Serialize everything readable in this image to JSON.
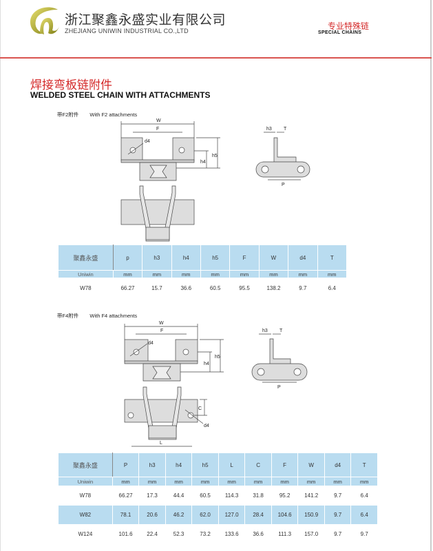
{
  "header": {
    "company_cn": "浙江聚鑫永盛实业有限公司",
    "company_en": "ZHEJIANG UNIWIN INDUSTRIAL CO.,LTD",
    "category_cn": "专业特殊链",
    "category_en": "SPECIAL CHAINS",
    "accent_color": "#d42828"
  },
  "title": {
    "cn": "焊接弯板链附件",
    "en": "WELDED STEEL CHAIN WITH ATTACHMENTS"
  },
  "section1": {
    "caption_cn": "带F2附件",
    "caption_en": "With F2 attachments",
    "labels": {
      "W": "W",
      "F": "F",
      "d4": "d4",
      "h4": "h4",
      "h5": "h5",
      "h3": "h3",
      "T": "T",
      "P": "P"
    },
    "table": {
      "brand_cn": "聚鑫永盛",
      "brand_en": "Uniwin",
      "columns": [
        "p",
        "h3",
        "h4",
        "h5",
        "F",
        "W",
        "d4",
        "T"
      ],
      "units": [
        "mm",
        "mm",
        "mm",
        "mm",
        "mm",
        "mm",
        "mm",
        "mm"
      ],
      "rows": [
        {
          "model": "W78",
          "values": [
            "66.27",
            "15.7",
            "36.6",
            "60.5",
            "95.5",
            "138.2",
            "9.7",
            "6.4"
          ]
        }
      ]
    }
  },
  "section2": {
    "caption_cn": "带F4附件",
    "caption_en": "With F4 attachments",
    "labels": {
      "W": "W",
      "F": "F",
      "d4": "d4",
      "h4": "h4",
      "h5": "h5",
      "h3": "h3",
      "T": "T",
      "P": "P",
      "C": "C",
      "L": "L"
    },
    "table": {
      "brand_cn": "聚鑫永盛",
      "brand_en": "Uniwin",
      "columns": [
        "P",
        "h3",
        "h4",
        "h5",
        "L",
        "C",
        "F",
        "W",
        "d4",
        "T"
      ],
      "units": [
        "mm",
        "mm",
        "mm",
        "mm",
        "mm",
        "mm",
        "mm",
        "mm",
        "mm",
        "mm"
      ],
      "rows": [
        {
          "model": "W78",
          "values": [
            "66.27",
            "17.3",
            "44.4",
            "60.5",
            "114.3",
            "31.8",
            "95.2",
            "141.2",
            "9.7",
            "6.4"
          ]
        },
        {
          "model": "W82",
          "values": [
            "78.1",
            "20.6",
            "46.2",
            "62.0",
            "127.0",
            "28.4",
            "104.6",
            "150.9",
            "9.7",
            "6.4"
          ]
        },
        {
          "model": "W124",
          "values": [
            "101.6",
            "22.4",
            "52.3",
            "73.2",
            "133.6",
            "36.6",
            "111.3",
            "157.0",
            "9.7",
            "9.7"
          ]
        }
      ]
    }
  }
}
